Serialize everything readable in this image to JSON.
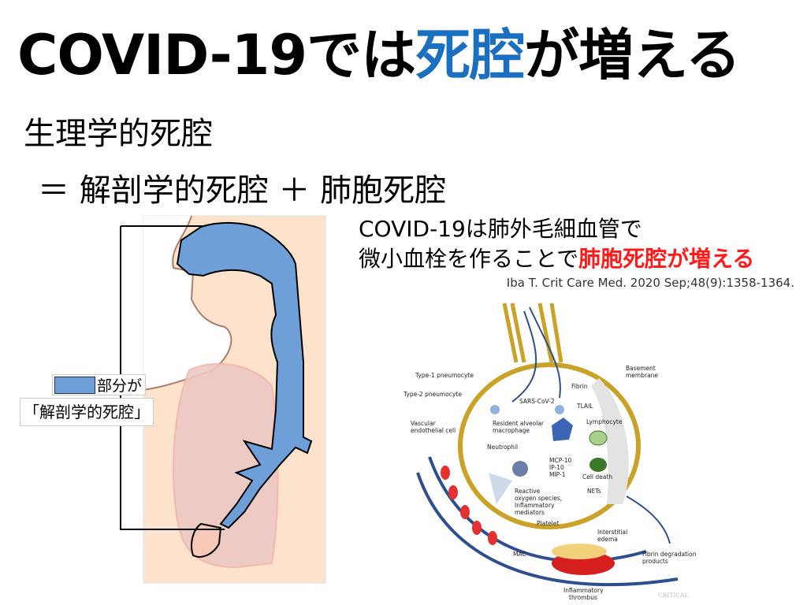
{
  "title": {
    "part1": "COVID-19では",
    "highlight": "死腔",
    "part2": "が増える"
  },
  "equation": {
    "line1": "生理学的死腔",
    "line2": "＝ 解剖学的死腔 ＋ 肺胞死腔"
  },
  "finding": {
    "line1": "COVID-19は肺外毛細血管で",
    "line2_prefix": "微小血栓を作ることで",
    "line2_highlight": "肺胞死腔が増える",
    "citation": "Iba T. Crit Care Med. 2020 Sep;48(9):1358-1364."
  },
  "airway_figure": {
    "legend_line1": "部分が",
    "legend_line2": "「解剖学的死腔」"
  },
  "alveolus_figure": {
    "labels": {
      "type1": "Type-1 pneumocyte",
      "type2": "Type-2 pneumocyte",
      "vascular": "Vascular endothelial cell",
      "sars": "SARS-CoV-2",
      "macrophage": "Resident alveolar macrophage",
      "neutrophil": "Neutrophil",
      "cytokines": "MCP-10 IP-10 MIP-1",
      "ros": "Reactive oxygen species, Inflammatory mediators",
      "platelet": "Platelet",
      "edema": "Interstitial edema",
      "mac": "MAC",
      "thrombus": "Inflammatory thrombus",
      "fdp": "Fibrin degradation products",
      "fibrin": "Fibrin",
      "basement": "Basement membrane",
      "tlail": "TLAIL",
      "lymphocyte": "Lymphocyte",
      "cell_death": "Cell death",
      "nets": "NETs",
      "watermark": "CRITICAL"
    }
  },
  "colors": {
    "accent_blue": "#1a6fc0",
    "accent_red": "#ff1a1a",
    "airway_blue": "#6f9fd8",
    "skin": "#fde3cc"
  }
}
